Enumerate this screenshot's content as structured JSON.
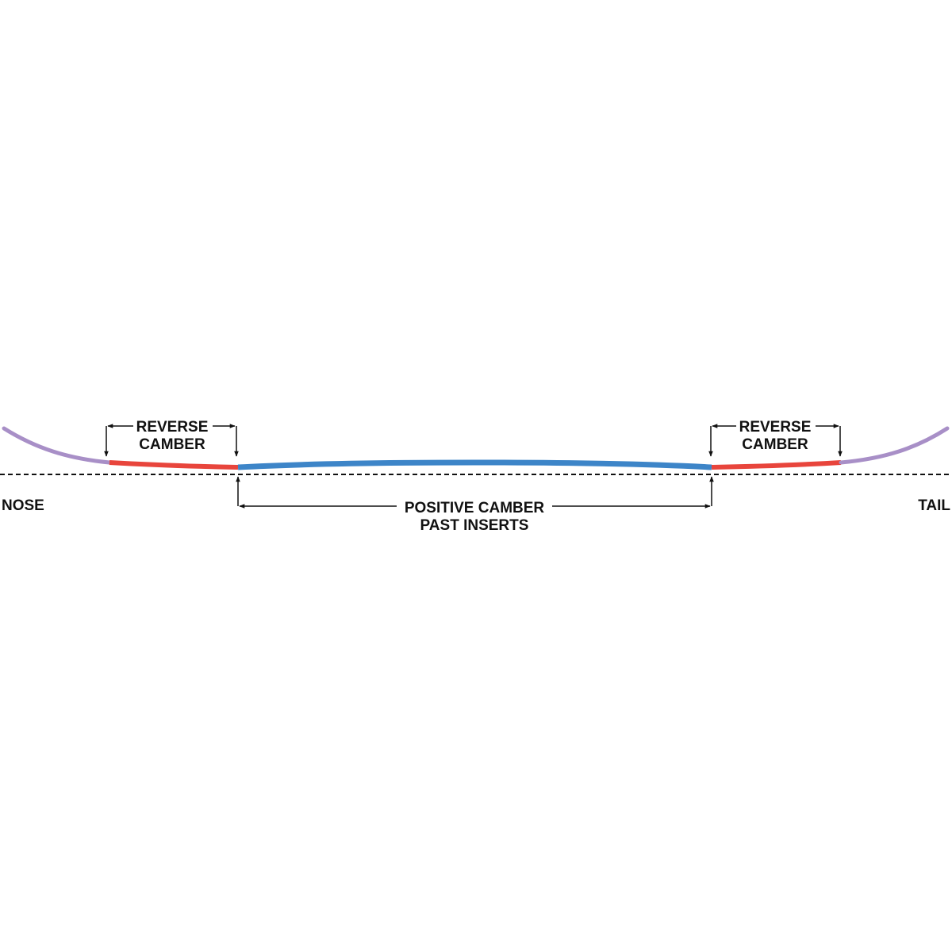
{
  "labels": {
    "nose": "NOSE",
    "tail": "TAIL",
    "left_reverse": {
      "line1": "REVERSE",
      "line2": "CAMBER"
    },
    "right_reverse": {
      "line1": "REVERSE",
      "line2": "CAMBER"
    },
    "positive": {
      "line1": "POSITIVE CAMBER",
      "line2": "PAST INSERTS"
    }
  },
  "colors": {
    "tip_segment": "#a88fc7",
    "reverse_camber_segment": "#e8453c",
    "positive_camber_segment": "#3d85c8",
    "annotation": "#111111",
    "ground_line": "#111111"
  }
}
